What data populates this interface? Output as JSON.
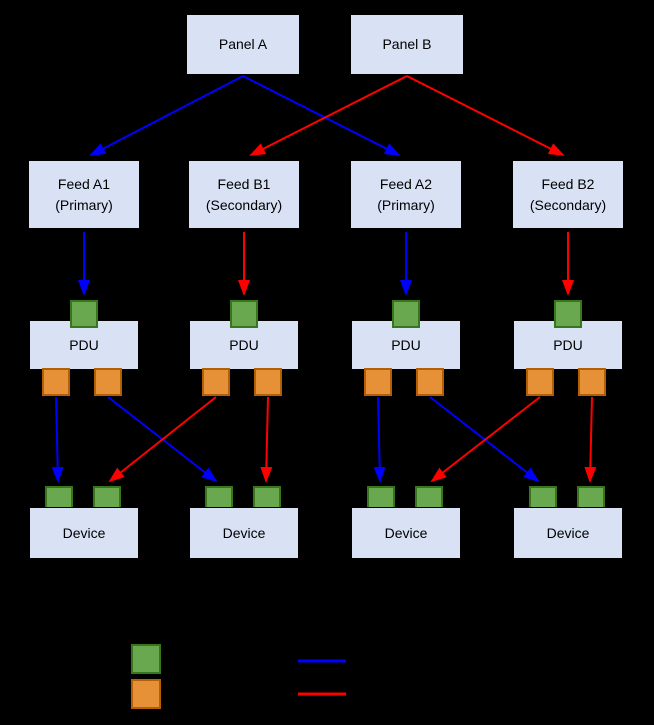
{
  "panels": [
    {
      "label": "Panel A"
    },
    {
      "label": "Panel B"
    }
  ],
  "feeds": [
    {
      "name": "Feed A1",
      "role": "(Primary)"
    },
    {
      "name": "Feed B1",
      "role": "(Secondary)"
    },
    {
      "name": "Feed A2",
      "role": "(Primary)"
    },
    {
      "name": "Feed B2",
      "role": "(Secondary)"
    }
  ],
  "pdus": [
    {
      "label": "PDU"
    },
    {
      "label": "PDU"
    },
    {
      "label": "PDU"
    },
    {
      "label": "PDU"
    }
  ],
  "devices": [
    {
      "label": "Device"
    },
    {
      "label": "Device"
    },
    {
      "label": "Device"
    },
    {
      "label": "Device"
    }
  ],
  "colors": {
    "background": "#000000",
    "box_fill": "#d9e2f5",
    "input_port": "#6aa84f",
    "output_port": "#e69138",
    "primary_blue": "#0000ff",
    "secondary_red": "#ff0000"
  }
}
